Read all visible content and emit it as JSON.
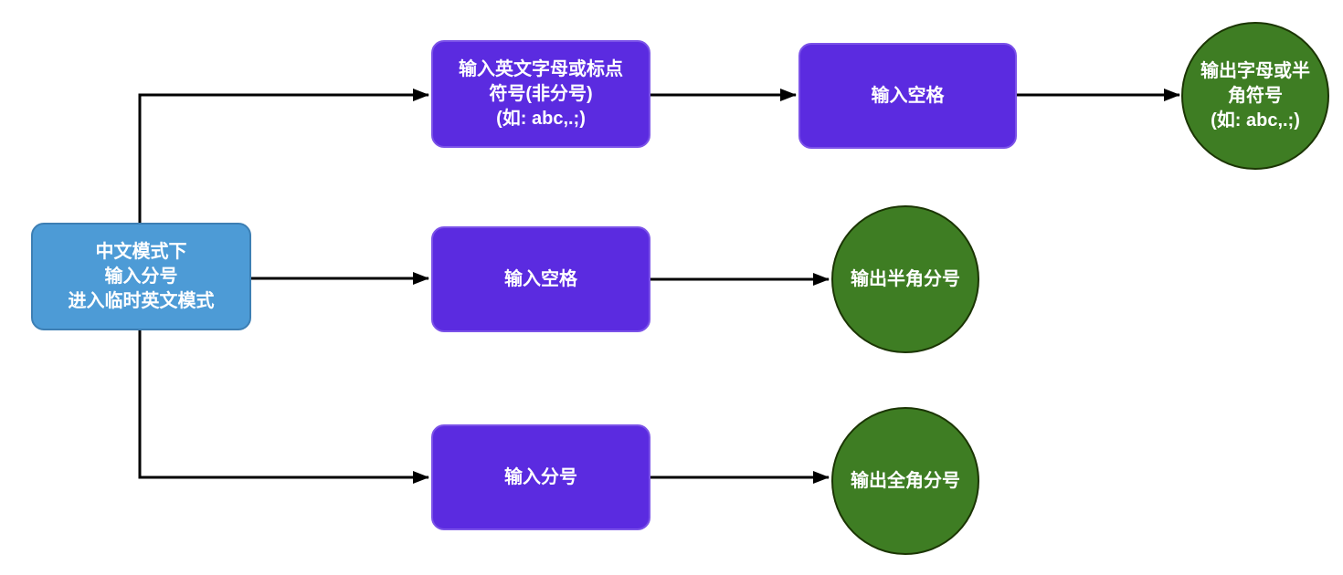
{
  "diagram": {
    "type": "flowchart",
    "direction": "left-to-right",
    "colors": {
      "background": "#FFFFFF",
      "start_fill": "#4D9BD6",
      "start_border": "#3D7FB4",
      "process_fill": "#5B2BE0",
      "process_border": "#7B52E8",
      "output_fill": "#3E7D23",
      "output_border": "#1B3503",
      "connector": "#000000",
      "text": "#FFFFFF"
    },
    "nodes": {
      "start": {
        "shape": "rounded-rect",
        "label": "中文模式下\n输入分号\n进入临时英文模式"
      },
      "branch1_input": {
        "shape": "rounded-rect",
        "label": "输入英文字母或标点\n符号(非分号)\n(如: abc,.;)"
      },
      "branch1_space": {
        "shape": "rounded-rect",
        "label": "输入空格"
      },
      "branch1_output": {
        "shape": "circle",
        "label": "输出字母或半\n角符号\n(如: abc,.;)"
      },
      "branch2_space": {
        "shape": "rounded-rect",
        "label": "输入空格"
      },
      "branch2_output": {
        "shape": "circle",
        "label": "输出半角分号"
      },
      "branch3_semicolon": {
        "shape": "rounded-rect",
        "label": "输入分号"
      },
      "branch3_output": {
        "shape": "circle",
        "label": "输出全角分号"
      }
    },
    "edges": [
      {
        "from": "start",
        "to": "branch1_input"
      },
      {
        "from": "branch1_input",
        "to": "branch1_space"
      },
      {
        "from": "branch1_space",
        "to": "branch1_output"
      },
      {
        "from": "start",
        "to": "branch2_space"
      },
      {
        "from": "branch2_space",
        "to": "branch2_output"
      },
      {
        "from": "start",
        "to": "branch3_semicolon"
      },
      {
        "from": "branch3_semicolon",
        "to": "branch3_output"
      }
    ]
  }
}
